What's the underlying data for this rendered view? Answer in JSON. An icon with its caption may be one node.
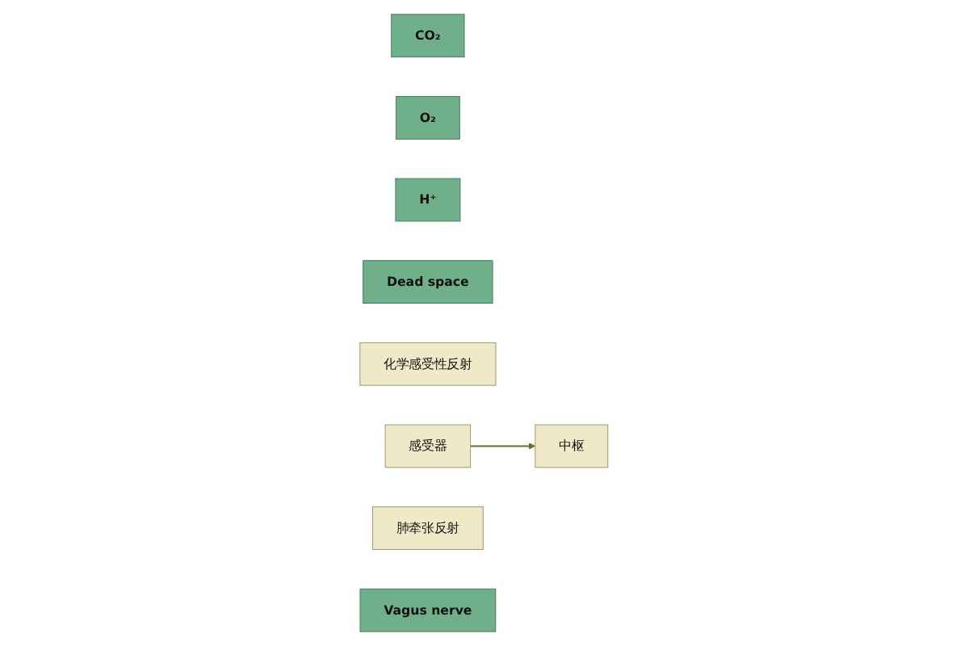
{
  "diagram": {
    "nodes": [
      {
        "text": [
          "CO₂"
        ]
      },
      {
        "text": [
          "O₂"
        ]
      },
      {
        "text": [
          "H⁺"
        ]
      },
      {
        "text": [
          "Dead space"
        ]
      },
      {
        "text": [
          "化学感受性反射"
        ]
      },
      {
        "text": [
          "感受器"
        ]
      },
      {
        "text": [
          "中枢"
        ]
      },
      {
        "text": [
          "肺牵张反射"
        ]
      },
      {
        "text": [
          "Vagus nerve"
        ]
      }
    ],
    "edges": [
      {
        "from": 5,
        "to": 6,
        "arrow": "to"
      }
    ]
  }
}
